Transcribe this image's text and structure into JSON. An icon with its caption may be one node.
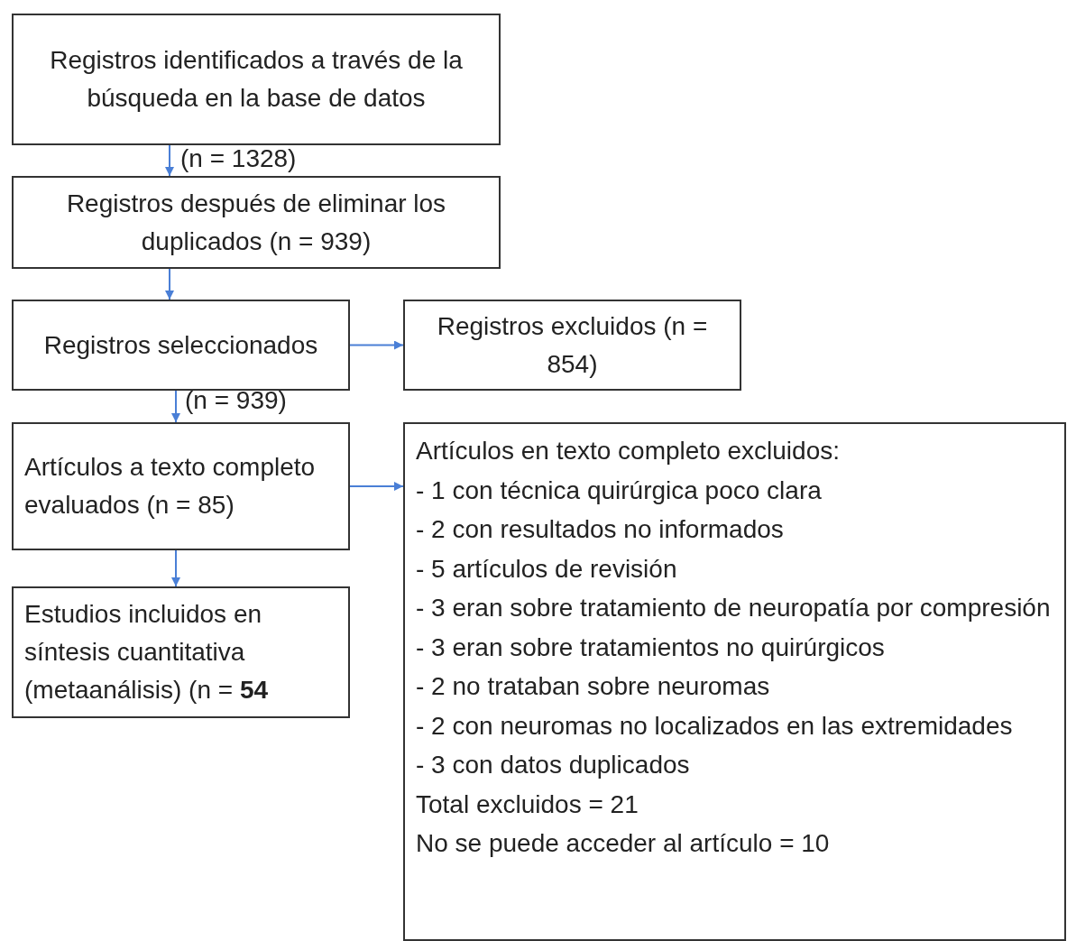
{
  "diagram": {
    "nodes": [
      {
        "text": [
          "Registros identificados a través de la búsqueda en la base de datos"
        ],
        "beside": [
          "(n = 1328)"
        ]
      },
      {
        "text": [
          "Registros después de eliminar los duplicados (n = 939)"
        ]
      },
      {
        "text": [
          "Registros seleccionados"
        ],
        "beside": [
          "(n = 939)"
        ]
      },
      {
        "text": [
          "Registros excluidos (n = 854)"
        ]
      },
      {
        "text": [
          "Artículos a texto completo evaluados (n = 85)"
        ]
      },
      {
        "text": [
          "Artículos en texto completo excluidos:",
          "- 1 con técnica quirúrgica poco clara",
          "- 2 con resultados no informados",
          "- 5 artículos de revisión",
          "- 3 eran sobre tratamiento de neuropatía por compresión",
          "- 3 eran sobre tratamientos no quirúrgicos",
          "- 2 no trataban sobre neuromas",
          "- 2 con neuromas no localizados en las extremidades",
          "- 3 con datos duplicados",
          "Total excluidos = 21",
          "No se puede acceder al artículo = 10"
        ]
      },
      {
        "text": [
          "Estudios incluidos en síntesis cuantitativa (metaanálisis) (n = **54**"
        ]
      }
    ],
    "edges": [
      {
        "from": 0,
        "to": 1,
        "arrow": "to"
      },
      {
        "from": 1,
        "to": 2,
        "arrow": "to"
      },
      {
        "from": 2,
        "to": 3,
        "arrow": "to"
      },
      {
        "from": 2,
        "to": 4,
        "arrow": "to"
      },
      {
        "from": 4,
        "to": 5,
        "arrow": "to"
      },
      {
        "from": 4,
        "to": 6,
        "arrow": "to"
      }
    ]
  }
}
